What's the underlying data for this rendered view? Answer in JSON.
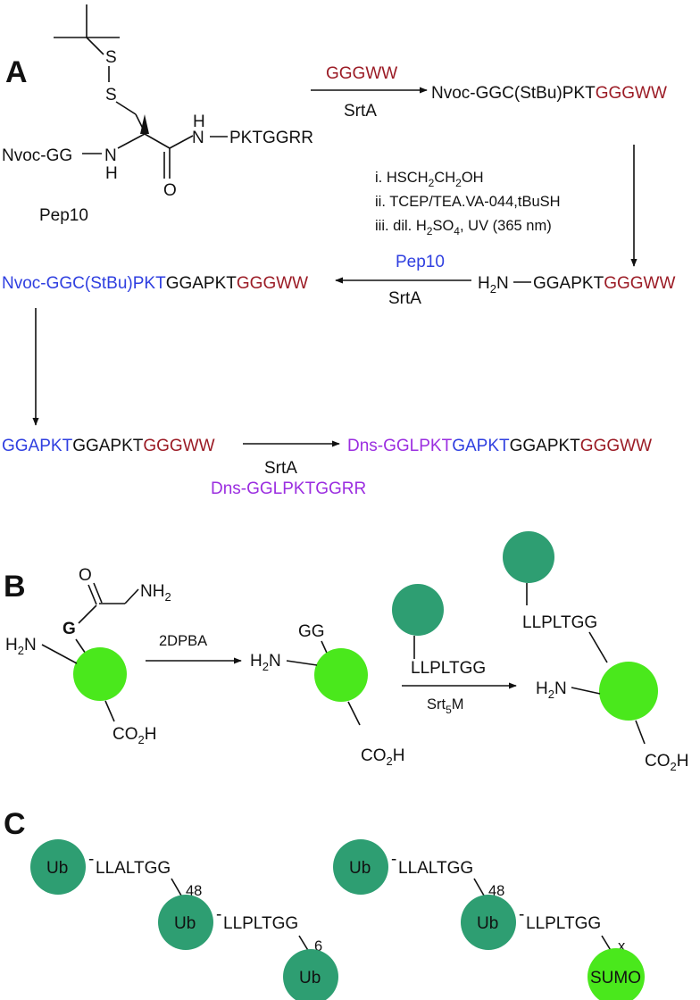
{
  "panel_A": {
    "label": "A",
    "pep10": {
      "tbu_s1": "S",
      "tbu_s2": "S",
      "nh_left_n": "N",
      "nh_left_h": "H",
      "nh_right_h": "H",
      "nh_right_n": "N",
      "carbonyl_o": "O",
      "n_term": "Nvoc-GG",
      "c_term": "PKTGGRR",
      "name": "Pep10"
    },
    "step1": {
      "reagent": "GGGWW",
      "enzyme": "SrtA",
      "product_black": "Nvoc-GGC(StBu)PKT",
      "product_red": "GGGWW"
    },
    "step2": {
      "line1": "i. HSCH",
      "line1_sub1": "2",
      "line1_mid": "CH",
      "line1_sub2": "2",
      "line1_end": "OH",
      "line2": "ii. TCEP/TEA.VA-044,tBuSH",
      "line3": "iii. dil. H",
      "line3_sub1": "2",
      "line3_mid": "SO",
      "line3_sub2": "4",
      "line3_end": ", UV (365 nm)"
    },
    "intermediate": {
      "h2n_h": "H",
      "h2n_sub": "2",
      "h2n_n": "N",
      "black": "GGAPKT",
      "red": "GGGWW"
    },
    "step3": {
      "reagent": "Pep10",
      "enzyme": "SrtA",
      "product_blue": "Nvoc-GGC(StBu)PKT",
      "product_black": "GGAPKT",
      "product_red": "GGGWW"
    },
    "step4": {
      "sub_blue": "GGAPKT",
      "sub_black": "GGAPKT",
      "sub_red": "GGGWW",
      "enzyme": "SrtA",
      "reagent": "Dns-GGLPKTGGRR",
      "prod_purple": "Dns-GGLPKT",
      "prod_blue": "GAPKT",
      "prod_black": "GGAPKT",
      "prod_red": "GGGWW"
    }
  },
  "panel_B": {
    "label": "B",
    "carbonyl_o": "O",
    "nh2_n": "NH",
    "nh2_sub": "2",
    "g_label": "G",
    "h2n_h": "H",
    "h2n_sub": "2",
    "h2n_n": "N",
    "co2h_co": "CO",
    "co2h_sub": "2",
    "co2h_h": "H",
    "reagent1": "2DPBA",
    "gg_label": "GG",
    "lpxtg_label": "LLPLTGG",
    "enzyme": "Srt",
    "enzyme_sub": "5",
    "enzyme_end": "M",
    "product_linker": "LLPLTGG"
  },
  "panel_C": {
    "label": "C",
    "ub": "Ub",
    "linker1": "LLALTGG",
    "linker2": "LLPLTGG",
    "dash": "-",
    "k48": "48",
    "k6": "6",
    "kx": "x",
    "sumo": "SUMO"
  },
  "colors": {
    "blue": "#2f3fe0",
    "red": "#9b1b25",
    "purple": "#9b2ee0",
    "protein_green": "#4ae81c",
    "ub_green": "#2e9e72"
  }
}
